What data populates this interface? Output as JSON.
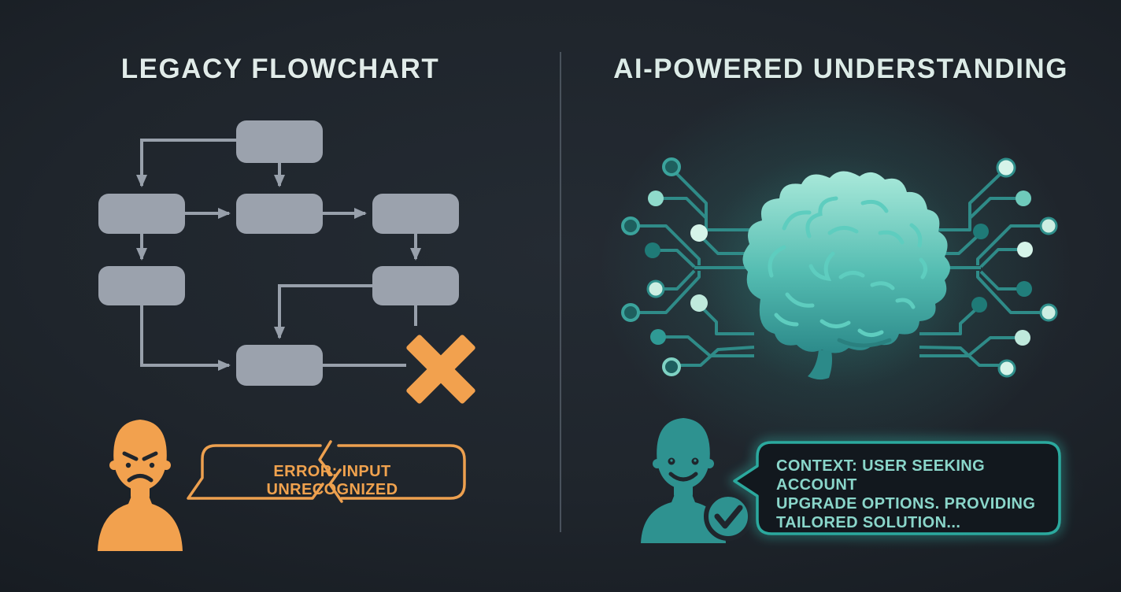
{
  "illustration": {
    "type": "comparison-infographic",
    "background_color": "#1f252c",
    "divider_color": "#49525c"
  },
  "left_panel": {
    "title": "LEGACY FLOWCHART",
    "accent_color": "#f0a24e",
    "flowchart": {
      "box_color": "#9ba2ad",
      "arrow_color": "#98a0ab",
      "box_count": 7,
      "boxes_have_labels": false
    },
    "icons": {
      "angry_user": "angry-user-icon",
      "error_x": "error-x-icon",
      "broken_bubble": "broken-speech-bubble-icon"
    },
    "bubble": {
      "text": "ERROR: INPUT UNRECOGNIZED",
      "border_color": "#eda04f",
      "text_color": "#f0a24e"
    }
  },
  "right_panel": {
    "title": "AI-POWERED UNDERSTANDING",
    "accent_color": "#2fa99e",
    "icons": {
      "brain": "ai-brain-icon",
      "circuits": "circuit-traces-icon",
      "happy_user": "happy-user-icon",
      "check_badge": "check-badge-icon",
      "bubble": "speech-bubble-icon"
    },
    "bubble": {
      "lines": [
        "CONTEXT: USER SEEKING ACCOUNT",
        "UPGRADE OPTIONS. PROVIDING",
        "TAILORED SOLUTION..."
      ],
      "border_color": "#2ba99e",
      "glow_color": "#36c9bb",
      "text_color": "#8ad6ca",
      "fill_color": "#12181e"
    }
  }
}
